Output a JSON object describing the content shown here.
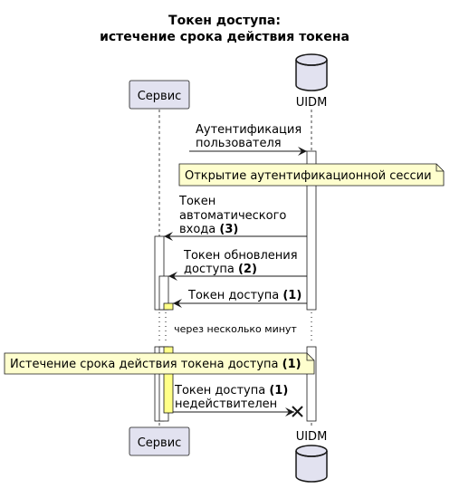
{
  "title": {
    "line1": "Токен доступа:",
    "line2": "истечение срока действия токена"
  },
  "participants": {
    "service": "Сервис",
    "uidm": "UIDM"
  },
  "messages": {
    "m1": {
      "line1": "Аутентификация",
      "line2": "пользователя"
    },
    "m2": {
      "line1": "Токен",
      "line2": "автоматического",
      "line3": "входа",
      "tag": "(3)"
    },
    "m3": {
      "line1": "Токен обновления",
      "line2": "доступа",
      "tag": "(2)"
    },
    "m4": {
      "text": "Токен доступа",
      "tag": "(1)"
    },
    "m5": {
      "line1": "Токен доступа",
      "tag": "(1)",
      "line2": "недействителен"
    }
  },
  "notes": {
    "session": "Открытие аутентификационной сессии",
    "expiry": {
      "text": "Истечение срока действия токена доступа",
      "tag": "(1)"
    }
  },
  "delay": "через несколько минут",
  "colors": {
    "participant_fill": "#e2e2f0",
    "note_fill": "#fefece",
    "highlight_activation": "#ffff88",
    "line": "#181818"
  }
}
